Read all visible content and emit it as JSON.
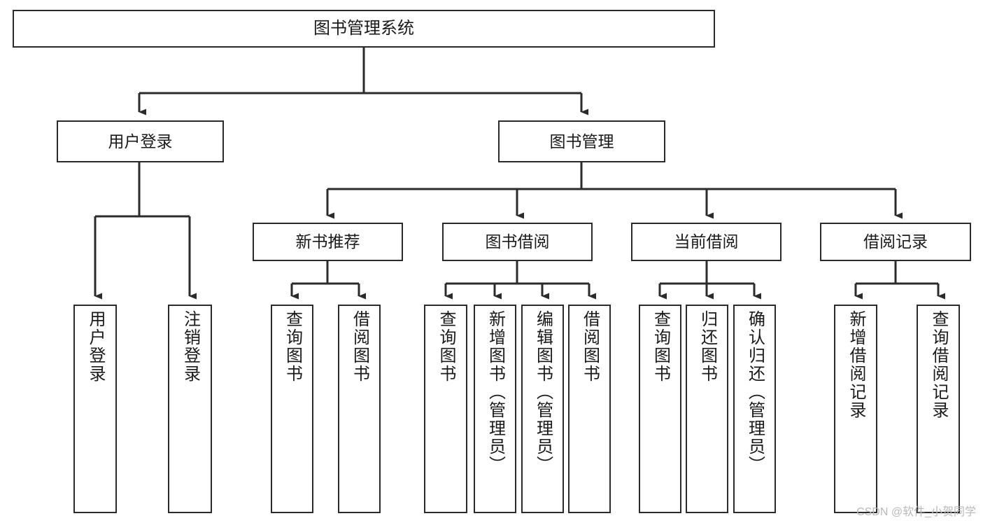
{
  "diagram": {
    "title": "图书管理系统",
    "watermark": "CSDN @软件_小贺同学",
    "colors": {
      "background": "#ffffff",
      "stroke": "#2b2b2b",
      "text": "#1a1a1a",
      "watermark": "#b9b9b9"
    },
    "nodes": {
      "root": {
        "label": "图书管理系统"
      },
      "level2": [
        {
          "label": "用户登录"
        },
        {
          "label": "图书管理"
        }
      ],
      "level3": [
        {
          "label": "新书推荐"
        },
        {
          "label": "图书借阅"
        },
        {
          "label": "当前借阅"
        },
        {
          "label": "借阅记录"
        }
      ],
      "leaves_user_login": [
        {
          "label": "用户登录"
        },
        {
          "label": "注销登录"
        }
      ],
      "leaves_new_book": [
        {
          "label": "查询图书"
        },
        {
          "label": "借阅图书"
        }
      ],
      "leaves_borrow": [
        {
          "label": "查询图书"
        },
        {
          "label": "新增图书（管理员）"
        },
        {
          "label": "编辑图书（管理员）"
        },
        {
          "label": "借阅图书"
        }
      ],
      "leaves_current": [
        {
          "label": "查询图书"
        },
        {
          "label": "归还图书"
        },
        {
          "label": "确认归还（管理员）"
        }
      ],
      "leaves_records": [
        {
          "label": "新增借阅记录"
        },
        {
          "label": "查询借阅记录"
        }
      ]
    }
  }
}
